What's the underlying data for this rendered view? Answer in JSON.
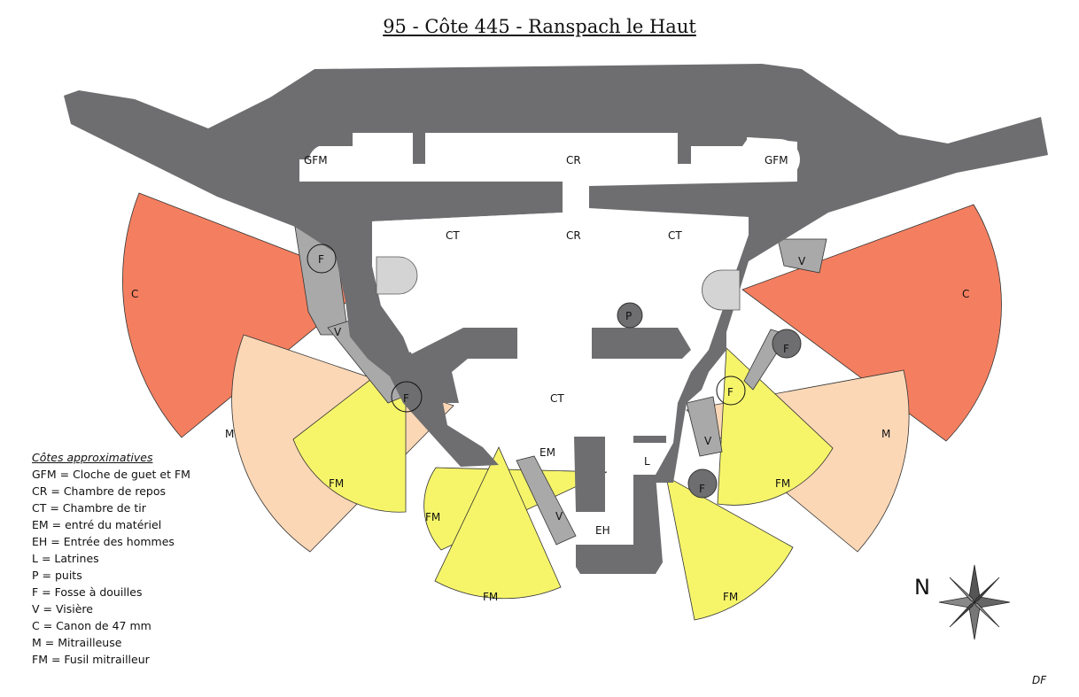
{
  "title": "95 - Côte 445 - Ranspach le Haut",
  "labels": {
    "gfm": "GFM",
    "cr": "CR",
    "ct": "CT",
    "em": "EM",
    "eh": "EH",
    "l": "L",
    "p": "P",
    "f": "F",
    "v": "V",
    "c": "C",
    "m": "M",
    "fm": "FM"
  },
  "legend": {
    "title": "Côtes approximatives",
    "items": [
      "GFM = Cloche de guet et FM",
      "CR = Chambre de repos",
      "CT =  Chambre de tir",
      "EM = entré du matériel",
      "EH = Entrée des hommes",
      "L = Latrines",
      "P = puits",
      "F =  Fosse à douilles",
      "V = Visière",
      "C = Canon de 47 mm",
      "M = Mitrailleuse",
      "FM = Fusil mitrailleur"
    ]
  },
  "north": "N",
  "author": "DF",
  "colors": {
    "concrete": "#6e6e70",
    "visor": "#a9a9a9",
    "cloche": "#d4d4d4",
    "canon": "#f47f60",
    "mitrailleuse": "#fbd7b6",
    "fusil": "#f6f56a"
  }
}
